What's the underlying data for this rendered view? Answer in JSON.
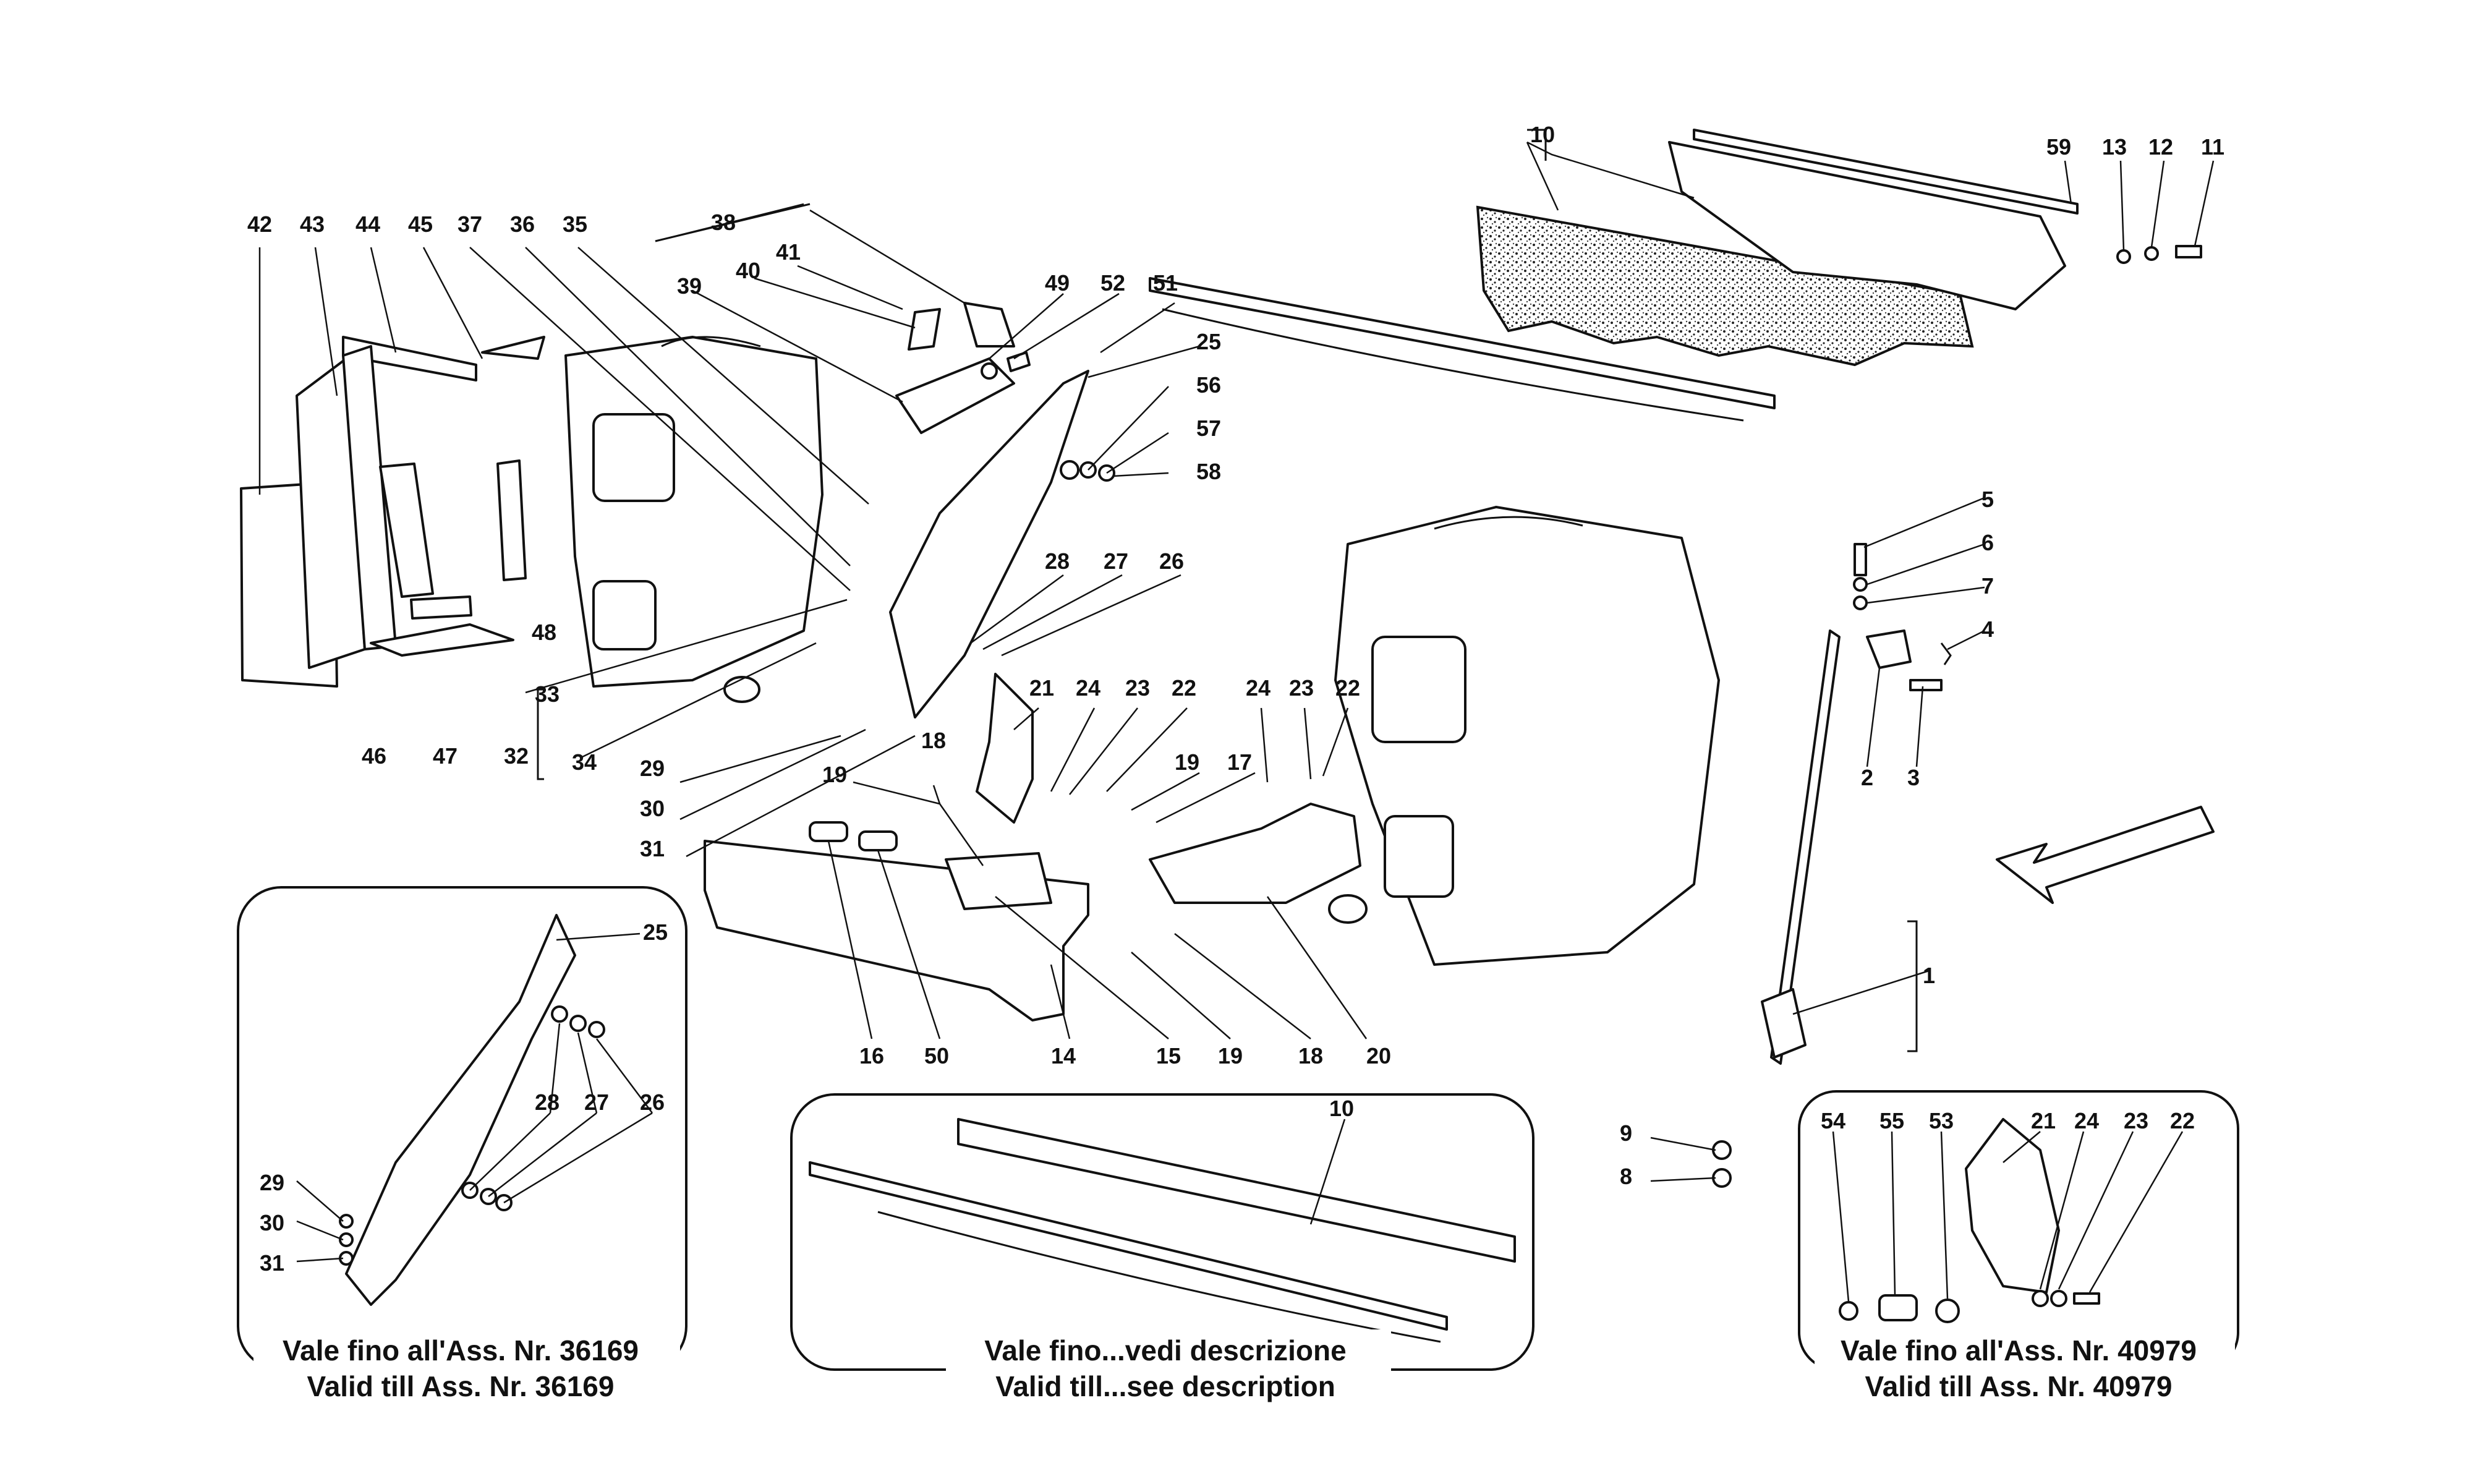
{
  "callouts": [
    {
      "id": "c42",
      "text": "42"
    },
    {
      "id": "c43",
      "text": "43"
    },
    {
      "id": "c44",
      "text": "44"
    },
    {
      "id": "c45",
      "text": "45"
    },
    {
      "id": "c37",
      "text": "37"
    },
    {
      "id": "c36",
      "text": "36"
    },
    {
      "id": "c35",
      "text": "35"
    },
    {
      "id": "c38",
      "text": "38"
    },
    {
      "id": "c39",
      "text": "39"
    },
    {
      "id": "c40",
      "text": "40"
    },
    {
      "id": "c41",
      "text": "41"
    },
    {
      "id": "c49",
      "text": "49"
    },
    {
      "id": "c52",
      "text": "52"
    },
    {
      "id": "c51",
      "text": "51"
    },
    {
      "id": "c25a",
      "text": "25"
    },
    {
      "id": "c56",
      "text": "56"
    },
    {
      "id": "c57",
      "text": "57"
    },
    {
      "id": "c58",
      "text": "58"
    },
    {
      "id": "c48",
      "text": "48"
    },
    {
      "id": "c46",
      "text": "46"
    },
    {
      "id": "c47",
      "text": "47"
    },
    {
      "id": "c33",
      "text": "33"
    },
    {
      "id": "c32",
      "text": "32"
    },
    {
      "id": "c34",
      "text": "34"
    },
    {
      "id": "c29a",
      "text": "29"
    },
    {
      "id": "c30a",
      "text": "30"
    },
    {
      "id": "c31a",
      "text": "31"
    },
    {
      "id": "c28a",
      "text": "28"
    },
    {
      "id": "c27a",
      "text": "27"
    },
    {
      "id": "c26a",
      "text": "26"
    },
    {
      "id": "c21a",
      "text": "21"
    },
    {
      "id": "c24a",
      "text": "24"
    },
    {
      "id": "c23a",
      "text": "23"
    },
    {
      "id": "c22a",
      "text": "22"
    },
    {
      "id": "c18a",
      "text": "18"
    },
    {
      "id": "c19a",
      "text": "19"
    },
    {
      "id": "c19b",
      "text": "19"
    },
    {
      "id": "c17",
      "text": "17"
    },
    {
      "id": "c24b",
      "text": "24"
    },
    {
      "id": "c23b",
      "text": "23"
    },
    {
      "id": "c22b",
      "text": "22"
    },
    {
      "id": "c16",
      "text": "16"
    },
    {
      "id": "c50",
      "text": "50"
    },
    {
      "id": "c14",
      "text": "14"
    },
    {
      "id": "c15",
      "text": "15"
    },
    {
      "id": "c19c",
      "text": "19"
    },
    {
      "id": "c18b",
      "text": "18"
    },
    {
      "id": "c20",
      "text": "20"
    },
    {
      "id": "c10a",
      "text": "10"
    },
    {
      "id": "c59",
      "text": "59"
    },
    {
      "id": "c13",
      "text": "13"
    },
    {
      "id": "c12",
      "text": "12"
    },
    {
      "id": "c11",
      "text": "11"
    },
    {
      "id": "c5",
      "text": "5"
    },
    {
      "id": "c6",
      "text": "6"
    },
    {
      "id": "c7",
      "text": "7"
    },
    {
      "id": "c4",
      "text": "4"
    },
    {
      "id": "c2",
      "text": "2"
    },
    {
      "id": "c3",
      "text": "3"
    },
    {
      "id": "c1",
      "text": "1"
    },
    {
      "id": "c9",
      "text": "9"
    },
    {
      "id": "c8",
      "text": "8"
    },
    {
      "id": "c25b",
      "text": "25"
    },
    {
      "id": "c28b",
      "text": "28"
    },
    {
      "id": "c27b",
      "text": "27"
    },
    {
      "id": "c26b",
      "text": "26"
    },
    {
      "id": "c29b",
      "text": "29"
    },
    {
      "id": "c30b",
      "text": "30"
    },
    {
      "id": "c31b",
      "text": "31"
    },
    {
      "id": "c10b",
      "text": "10"
    },
    {
      "id": "c54",
      "text": "54"
    },
    {
      "id": "c55",
      "text": "55"
    },
    {
      "id": "c53",
      "text": "53"
    },
    {
      "id": "c21b",
      "text": "21"
    },
    {
      "id": "c24c",
      "text": "24"
    },
    {
      "id": "c23c",
      "text": "23"
    },
    {
      "id": "c22c",
      "text": "22"
    }
  ],
  "insets": {
    "left": {
      "line1": "Vale fino all'Ass. Nr. 36169",
      "line2": "Valid till Ass. Nr. 36169"
    },
    "center": {
      "line1": "Vale fino...vedi descrizione",
      "line2": "Valid till...see description"
    },
    "right": {
      "line1": "Vale fino all'Ass. Nr. 40979",
      "line2": "Valid till Ass. Nr. 40979"
    }
  }
}
